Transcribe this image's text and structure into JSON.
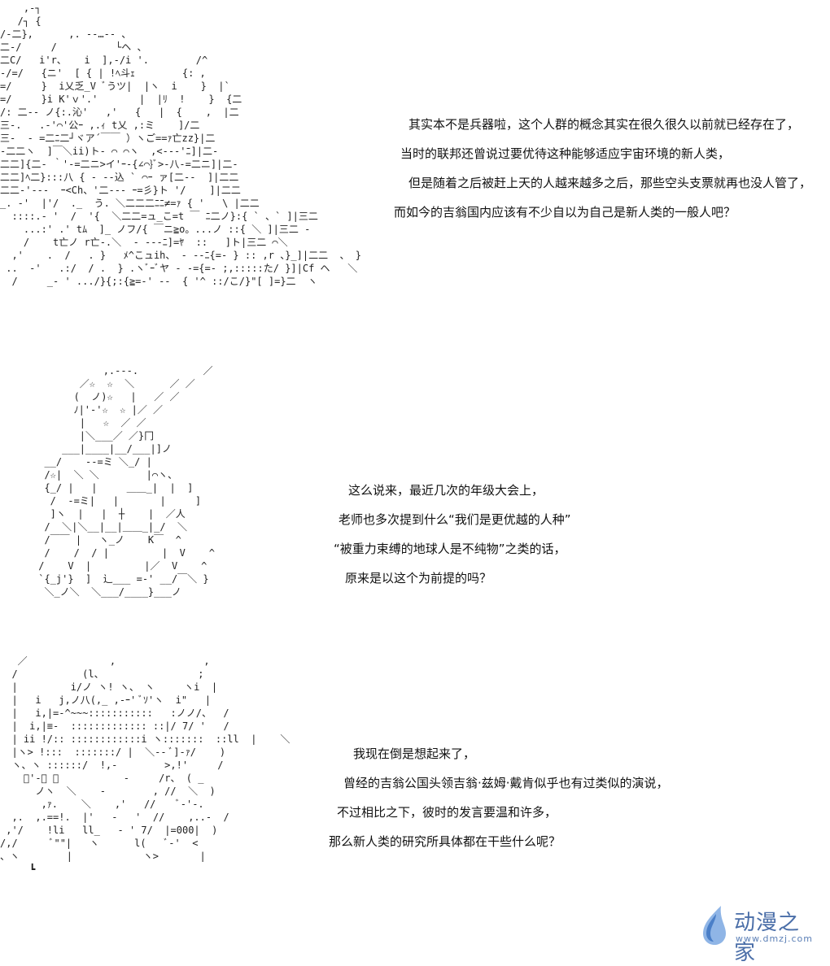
{
  "panels": [
    {
      "art": "    ,-┐\n   /┐ {\n/-二},      ,. -‐…‐- 、\n二-/     /          └ヘ 、\n二C/   i'r、   i  ],-/i '.        /^\n-/=/   {ニ'  [ { | !ﾍ斗ｪ        {: ,\n=/     }  i乂乏_V ﾞうツ|  |ヽ  i    }  |`\n=/     }i K'ｖ'.'       |  |ﾘ  !    }  {二\n/: 二‐- ノ{:.沁'   ,'   {   |  {    ,  |二\n三-.   .-'⌒'公ｰ ,.ｨ t乂 ,:ミ    ]/二\n三-  - =二ﾆ二┘ヾア´￣￣ ）ヽご==ｧ亡zz}|二\n-二二ヽ  ]￣＼ii)ト- ⌒ ⌒ヽ  ,<---'ﾆ]|二-\n二二]{二- ｀'-=二ニ>イ'ｰ-{∠⌒}ﾞ>-八-=二ニ]|二-\n二二]ﾍ二}:::八 { - --込 ` ⌒ｰ ァ[二-‐  ]|二二\n二二-'---  ｰ<Ch、'二--- ｰ=彡}ト '/    ]|二二\n_. -'  |'/  ._  う. ＼二二二ﾆﾆ≠=ｧ { '   \\ |二二\n  ::::.- '  /  '{  ＼二二=ュ_こ=t ￣ ﾆ二ノ}:{ ` 、` ]|三二\n    ...:' .' tﾑ  ]_ ノフ/{ ￣ニ≧o。...ノ ::{ ＼ ]|三二 ‐\n    /    t亡ノ r亡-.＼  - ---ﾆ]=ﾔ  ::   ]ト|三二 ⌒＼\n  ,'    .  /   . }   ﾒ^こュih、 - --ﾆ{=- } :: ,r 、}_]|二二  、 }\n ..  -'   .:/  / .  } .ヽﾞｰﾞヤ - -={=- ;,:::::た/ }]|Cf ヘ   ＼\n  /     _- ' .../}{;:{≧=-' --  { '^ ::/こ/}\"[ ]=}二  ヽ",
      "lines": [
        "其实本不是兵器啦，这个人群的概念其实在很久很久以前就已经存在了，",
        "当时的联邦还曾说过要优待这种能够适应宇宙环境的新人类，",
        "但是随着之后被赶上天的人越来越多之后，那些空头支票就再也没人管了，",
        "而如今的吉翁国内应该有不少自以为自己是新人类的一般人吧？"
      ]
    },
    {
      "art": "            ,.‐‐-.           ／\n        ／☆  ☆  ＼      ／ ／\n       (  ノ)☆   |   ／ ／\n       ﾉ|'-'☆  ☆ |／ ／\n        |   ☆  ／ ／\n        |＼___／ ／}冂\n     ___|____|__/___|]ノ\n  __/    --=ミ ＼_/ |\n  /☆|  ＼ ＼        |⌒ヽ、\n  {_/ |   |     ＿＿_|  |  ]\n   /  -=ミ|   |       |     ]\n   ]ヽ  |   |  ┼    |  ／人\n  /  ＼|＼__|__|＿＿_|_/  ＼\n  /￣￣ |   ヽ_ノ    K￣  ^\n  /    /  / |         |  V    ^\n /    V  |         |／  V    ^\n `{_j'}  ]  辶___ =-' __/￣＼ }\n  ＼_ノ＼  ＼___/____}___ノ",
      "lines": [
        "这么说来，最近几次的年级大会上，",
        "老师也多次提到什么“我们是更优越的人种”",
        "“被重力束缚的地球人是不纯物”之类的话，",
        "原来是以这个为前提的吗？"
      ]
    },
    {
      "art": "   ／              ,               ,\n  /           (l、                ;\n  |         i/ノ ヽ! ヽ、 ヽ     ヽi  |\n  |   i   j,ノ八(,_ ,-ｰ' ﾞｿ'ヽ  i\"   |\n  |   i,|=-^~~~:::::::::::   :ノノ/、  /\n  |  i,|≡-  ::::::::::::: ::|/ 7/ '   /\n  | ii !/:: ::::::::::::i ヽ:::::::  ::ll  |    ＼\n  |ヽ> !:::  :::::::/ |  ＼-- ﾞ]-ｧ/    )\n  ヽ、ヽ ::::::/  !,-        >,!'     /\n    ﾞ'-、 ＼           -     /r、 ( _\n      ノヽ  ＼    -        , //  ＼  )\n       ,ｧ.    ＼    ,'   //    ﾞ-'-.\n  ,.  ,.==!.  |'   -   '  //    ,..-  /\n ,'/    !li   ll_   - ' 7/  |=000|  )\n/,/      ﾞ\"\"|   ヽ      l(   ﾞ-'  <\n、ヽ        |            ヽ>       |\n     ┗",
      "lines": [
        "我现在倒是想起来了，",
        "曾经的吉翁公国头领吉翁·兹姆·戴肯似乎也有过类似的演说，",
        "不过相比之下，彼时的发言要温和许多，",
        "那么新人类的研究所具体都在干些什么呢？"
      ]
    }
  ],
  "watermark": {
    "title": "动漫之家",
    "url": "www.dmzj.com",
    "color": "#4a6ea8"
  }
}
